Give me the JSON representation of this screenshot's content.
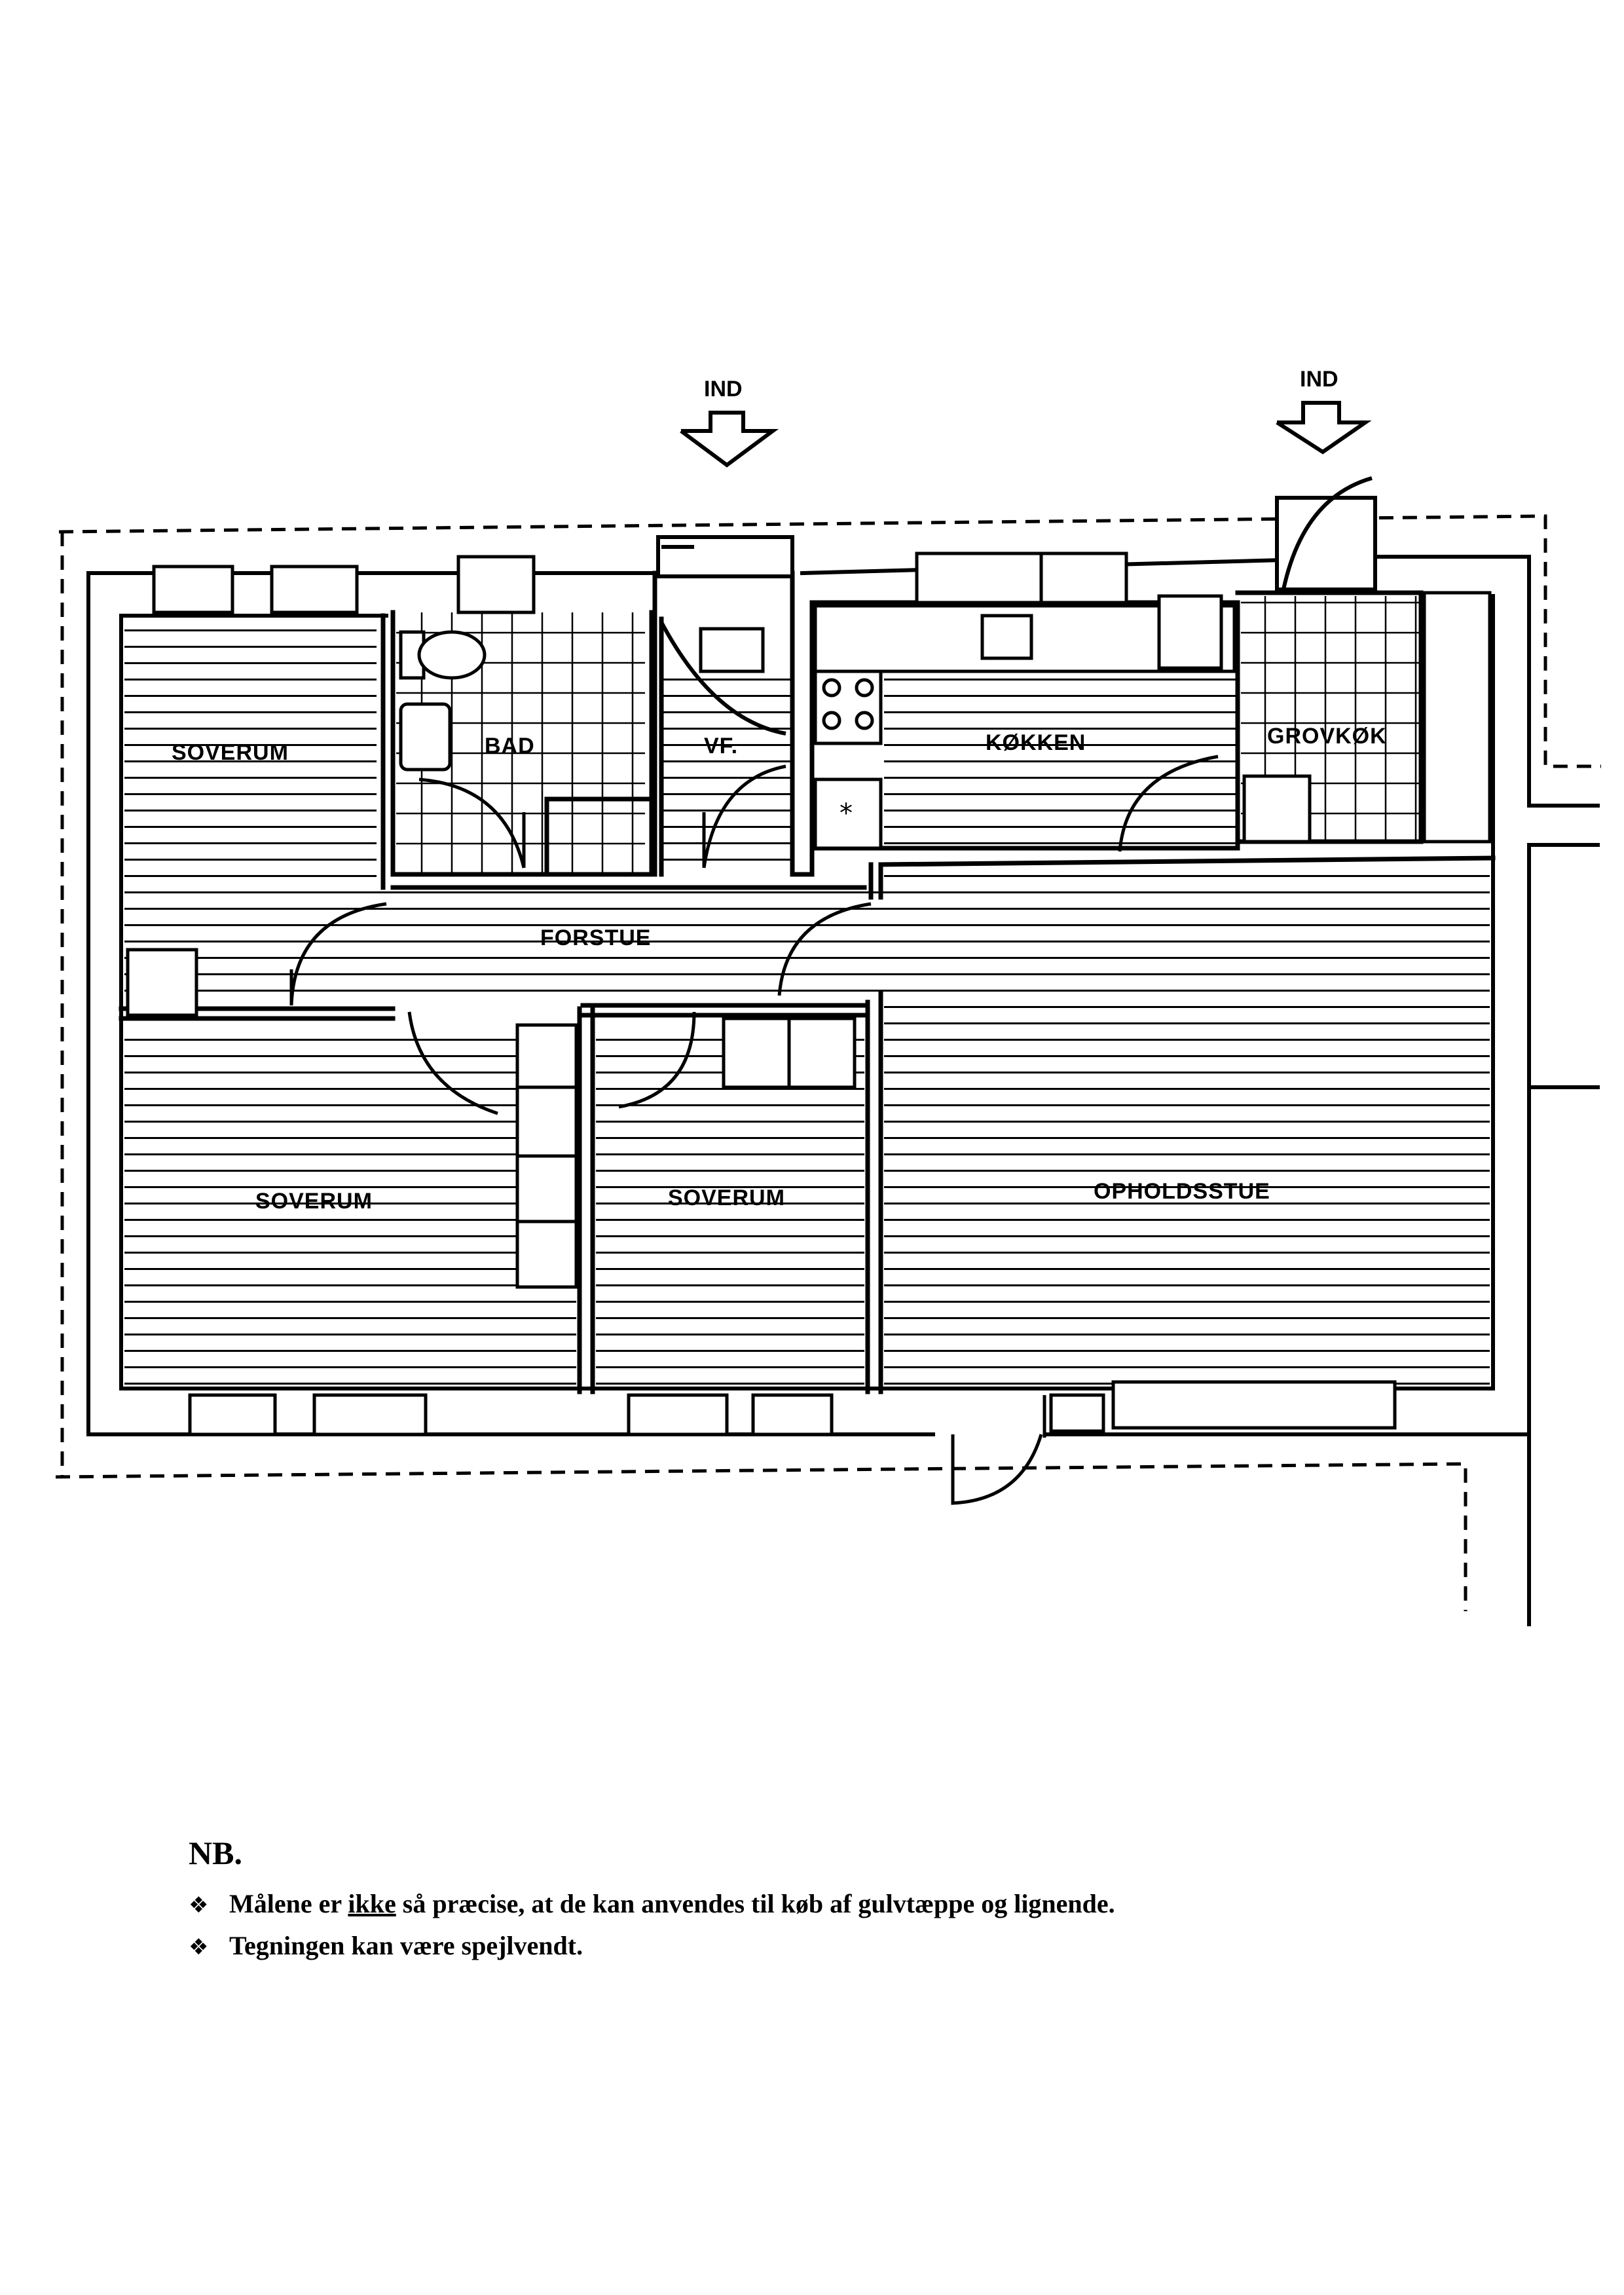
{
  "plan": {
    "entrances": [
      "IND",
      "IND"
    ],
    "rooms": {
      "bedroom_nw": "SOVERUM",
      "bath": "BAD",
      "wc": "VF.",
      "kitchen": "KØKKEN",
      "scullery": "GROVKØK",
      "hall": "FORSTUE",
      "bedroom_sw": "SOVERUM",
      "bedroom_mid": "SOVERUM",
      "living": "OPHOLDSSTUE"
    }
  },
  "notes": {
    "heading": "NB.",
    "bullet_symbol": "❖",
    "items": [
      {
        "before": "Målene er ",
        "underlined": "ikke",
        "after": " så præcise, at de kan anvendes til køb af gulvtæppe og lignende."
      },
      {
        "text": "Tegningen kan være spejlvendt."
      }
    ]
  }
}
